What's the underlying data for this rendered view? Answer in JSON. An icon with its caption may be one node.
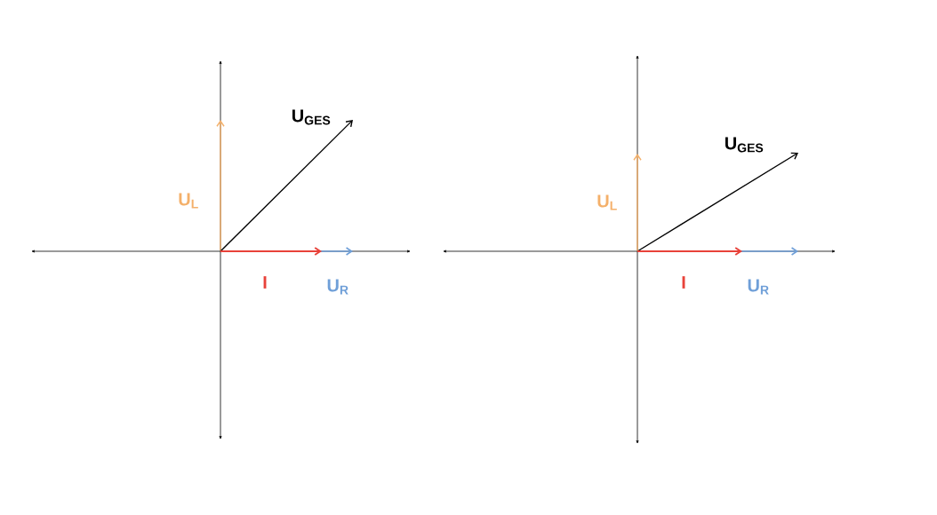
{
  "diagram": {
    "labels": [
      "U$_{GES}$",
      "U$_{L}$",
      "I",
      "U$_{R}$",
      "U$_{GES}$",
      "U$_{L}$",
      "I",
      "U$_{R}$"
    ]
  }
}
